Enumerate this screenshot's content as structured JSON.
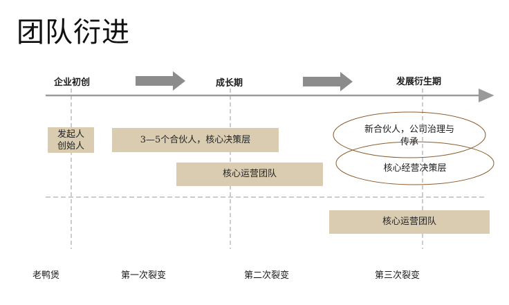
{
  "title": "团队衍进",
  "stages": {
    "start": "企业初创",
    "growth": "成长期",
    "derive": "发展衍生期"
  },
  "boxes": {
    "founders": "发起人\n创始人",
    "partners": "3—5个合伙人，核心决策层",
    "core_ops_1": "核心运营团队",
    "core_ops_2": "核心运营团队"
  },
  "ellipses": {
    "new_partners": "新合伙人，公司治理与\n传承",
    "core_decision": "核心经营决策层"
  },
  "footer": {
    "f0": "老鸭煲",
    "f1": "第一次裂变",
    "f2": "第二次裂变",
    "f3": "第三次裂变"
  },
  "colors": {
    "box_fill": "#d9ccb1",
    "arrow_fill": "#8c8c8c",
    "axis": "#9a9a9a",
    "ellipse_stroke": "#8b5a2b"
  }
}
